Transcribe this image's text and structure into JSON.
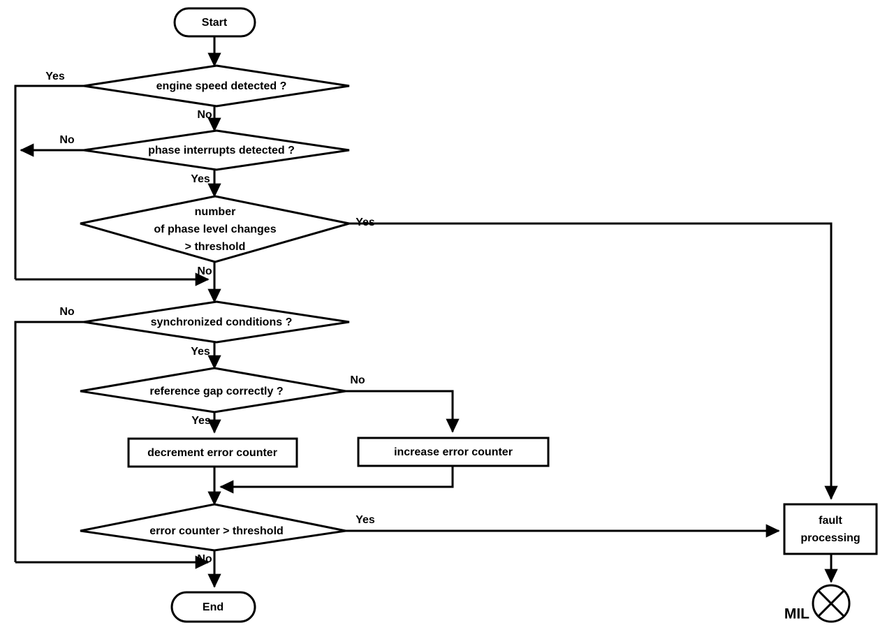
{
  "diagram": {
    "title": "Engine speed / phase sensor diagnosis flowchart",
    "type": "flowchart",
    "background_color": "#ffffff",
    "line_color": "#000000",
    "fill_color": "#ffffff"
  },
  "nodes": {
    "start": {
      "label": "Start",
      "shape": "terminator"
    },
    "engine_speed": {
      "label": "engine speed detected ?",
      "shape": "decision"
    },
    "phase_interrupts": {
      "label": "phase interrupts detected ?",
      "shape": "decision"
    },
    "phase_level_changes": {
      "shape": "decision",
      "line1": "number",
      "line2": "of phase level changes",
      "line3": "> threshold"
    },
    "sync_conditions": {
      "label": "synchronized conditions ?",
      "shape": "decision"
    },
    "reference_gap": {
      "label": "reference gap correctly ?",
      "shape": "decision"
    },
    "decrement_counter": {
      "label": "decrement error counter",
      "shape": "process"
    },
    "increase_counter": {
      "label": "increase error counter",
      "shape": "process"
    },
    "error_counter_threshold": {
      "label": "error counter > threshold",
      "shape": "decision"
    },
    "fault_processing": {
      "shape": "process",
      "line1": "fault",
      "line2": "processing"
    },
    "mil": {
      "label": "MIL",
      "shape": "crossed-circle-indicator"
    },
    "end": {
      "label": "End",
      "shape": "terminator"
    }
  },
  "edge_labels": {
    "engine_speed_yes": "Yes",
    "engine_speed_no": "No",
    "phase_interrupts_no": "No",
    "phase_interrupts_yes": "Yes",
    "phase_level_yes": "Yes",
    "phase_level_no": "No",
    "sync_conditions_no": "No",
    "sync_conditions_yes": "Yes",
    "reference_gap_no": "No",
    "reference_gap_yes": "Yes",
    "error_counter_yes": "Yes",
    "error_counter_no": "No"
  }
}
